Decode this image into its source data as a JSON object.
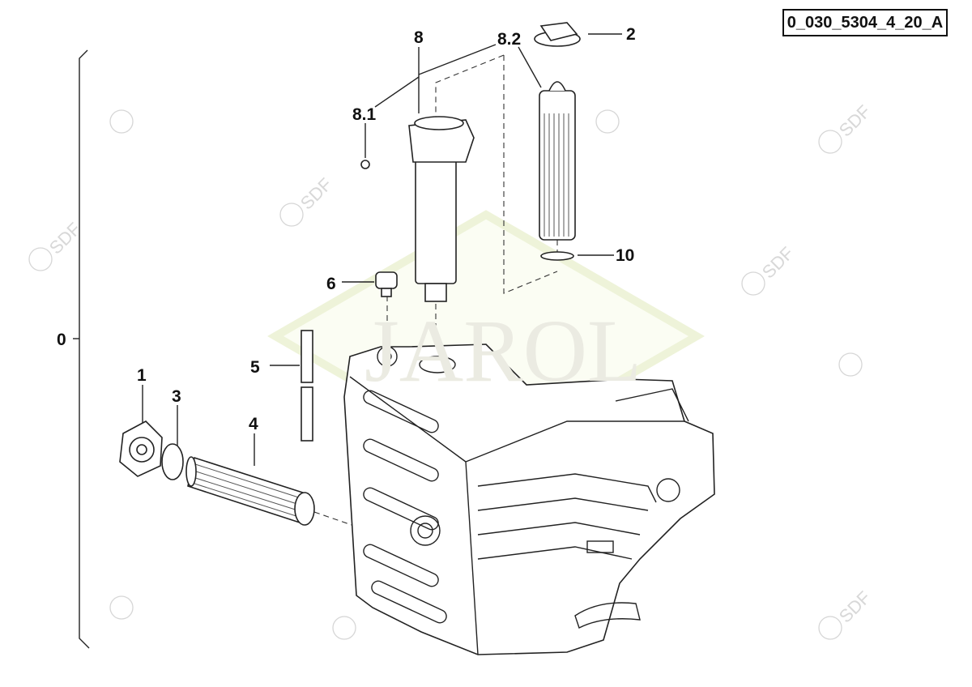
{
  "diagram": {
    "reference_code": "0_030_5304_4_20_A",
    "watermark_text": "JAROL",
    "watermark_brand": "SDF",
    "callouts": [
      {
        "id": "0",
        "name": "hydraulic-tank-assembly"
      },
      {
        "id": "1",
        "name": "cover"
      },
      {
        "id": "2",
        "name": "filler-cap"
      },
      {
        "id": "3",
        "name": "o-ring"
      },
      {
        "id": "4",
        "name": "suction-filter"
      },
      {
        "id": "5",
        "name": "sight-gauge"
      },
      {
        "id": "6",
        "name": "plug"
      },
      {
        "id": "8",
        "name": "return-filter"
      },
      {
        "id": "8.1",
        "name": "fitting"
      },
      {
        "id": "8.2",
        "name": "filter-element"
      },
      {
        "id": "10",
        "name": "seal-ring"
      }
    ]
  }
}
